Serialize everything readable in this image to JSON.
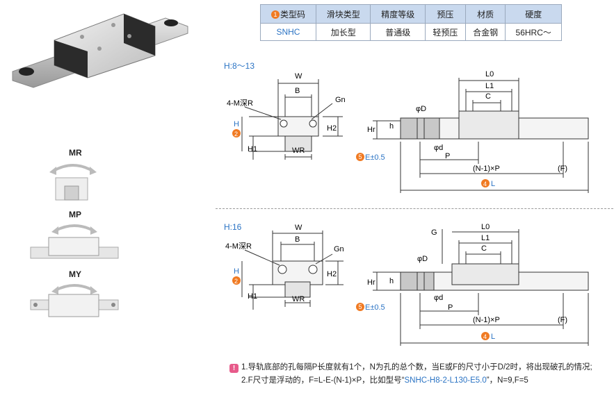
{
  "table": {
    "headers": [
      "类型码",
      "滑块类型",
      "精度等级",
      "预压",
      "材质",
      "硬度"
    ],
    "badge": "1",
    "row": [
      "SNHC",
      "加长型",
      "普通级",
      "轻预压",
      "合金钢",
      "56HRC～"
    ]
  },
  "moments": {
    "r": "MR",
    "p": "MP",
    "y": "MY"
  },
  "section1": {
    "title": "H:8～13"
  },
  "section2": {
    "title": "H:16"
  },
  "labels": {
    "W": "W",
    "B": "B",
    "Gn": "Gn",
    "bolt": "4-M深R",
    "H": "H",
    "Hr": "Hr",
    "H1": "H1",
    "H2": "H2",
    "WR": "WR",
    "L0": "L0",
    "L1": "L1",
    "C": "C",
    "phiD": "φD",
    "phid": "φd",
    "h": "h",
    "P": "P",
    "NP": "(N-1)×P",
    "F": "(F)",
    "L": "L",
    "E": "E±0.5",
    "G": "G",
    "badge2": "2",
    "badge4": "4",
    "badge5": "5"
  },
  "notes": {
    "icon": "!",
    "line1": "1.导轨底部的孔每隔P长度就有1个，N为孔的总个数，当E或F的尺寸小于D/2时，将出现破孔的情况;",
    "line2_pre": "2.F尺寸是浮动的，F=L-E-(N-1)×P，比如型号“",
    "line2_code": "SNHC-H8-2-L130-E5.0",
    "line2_post": "”，N=9,F=5"
  },
  "colors": {
    "accent": "#f07a22",
    "blue": "#2a73c4",
    "header_bg": "#c9d9ee"
  }
}
